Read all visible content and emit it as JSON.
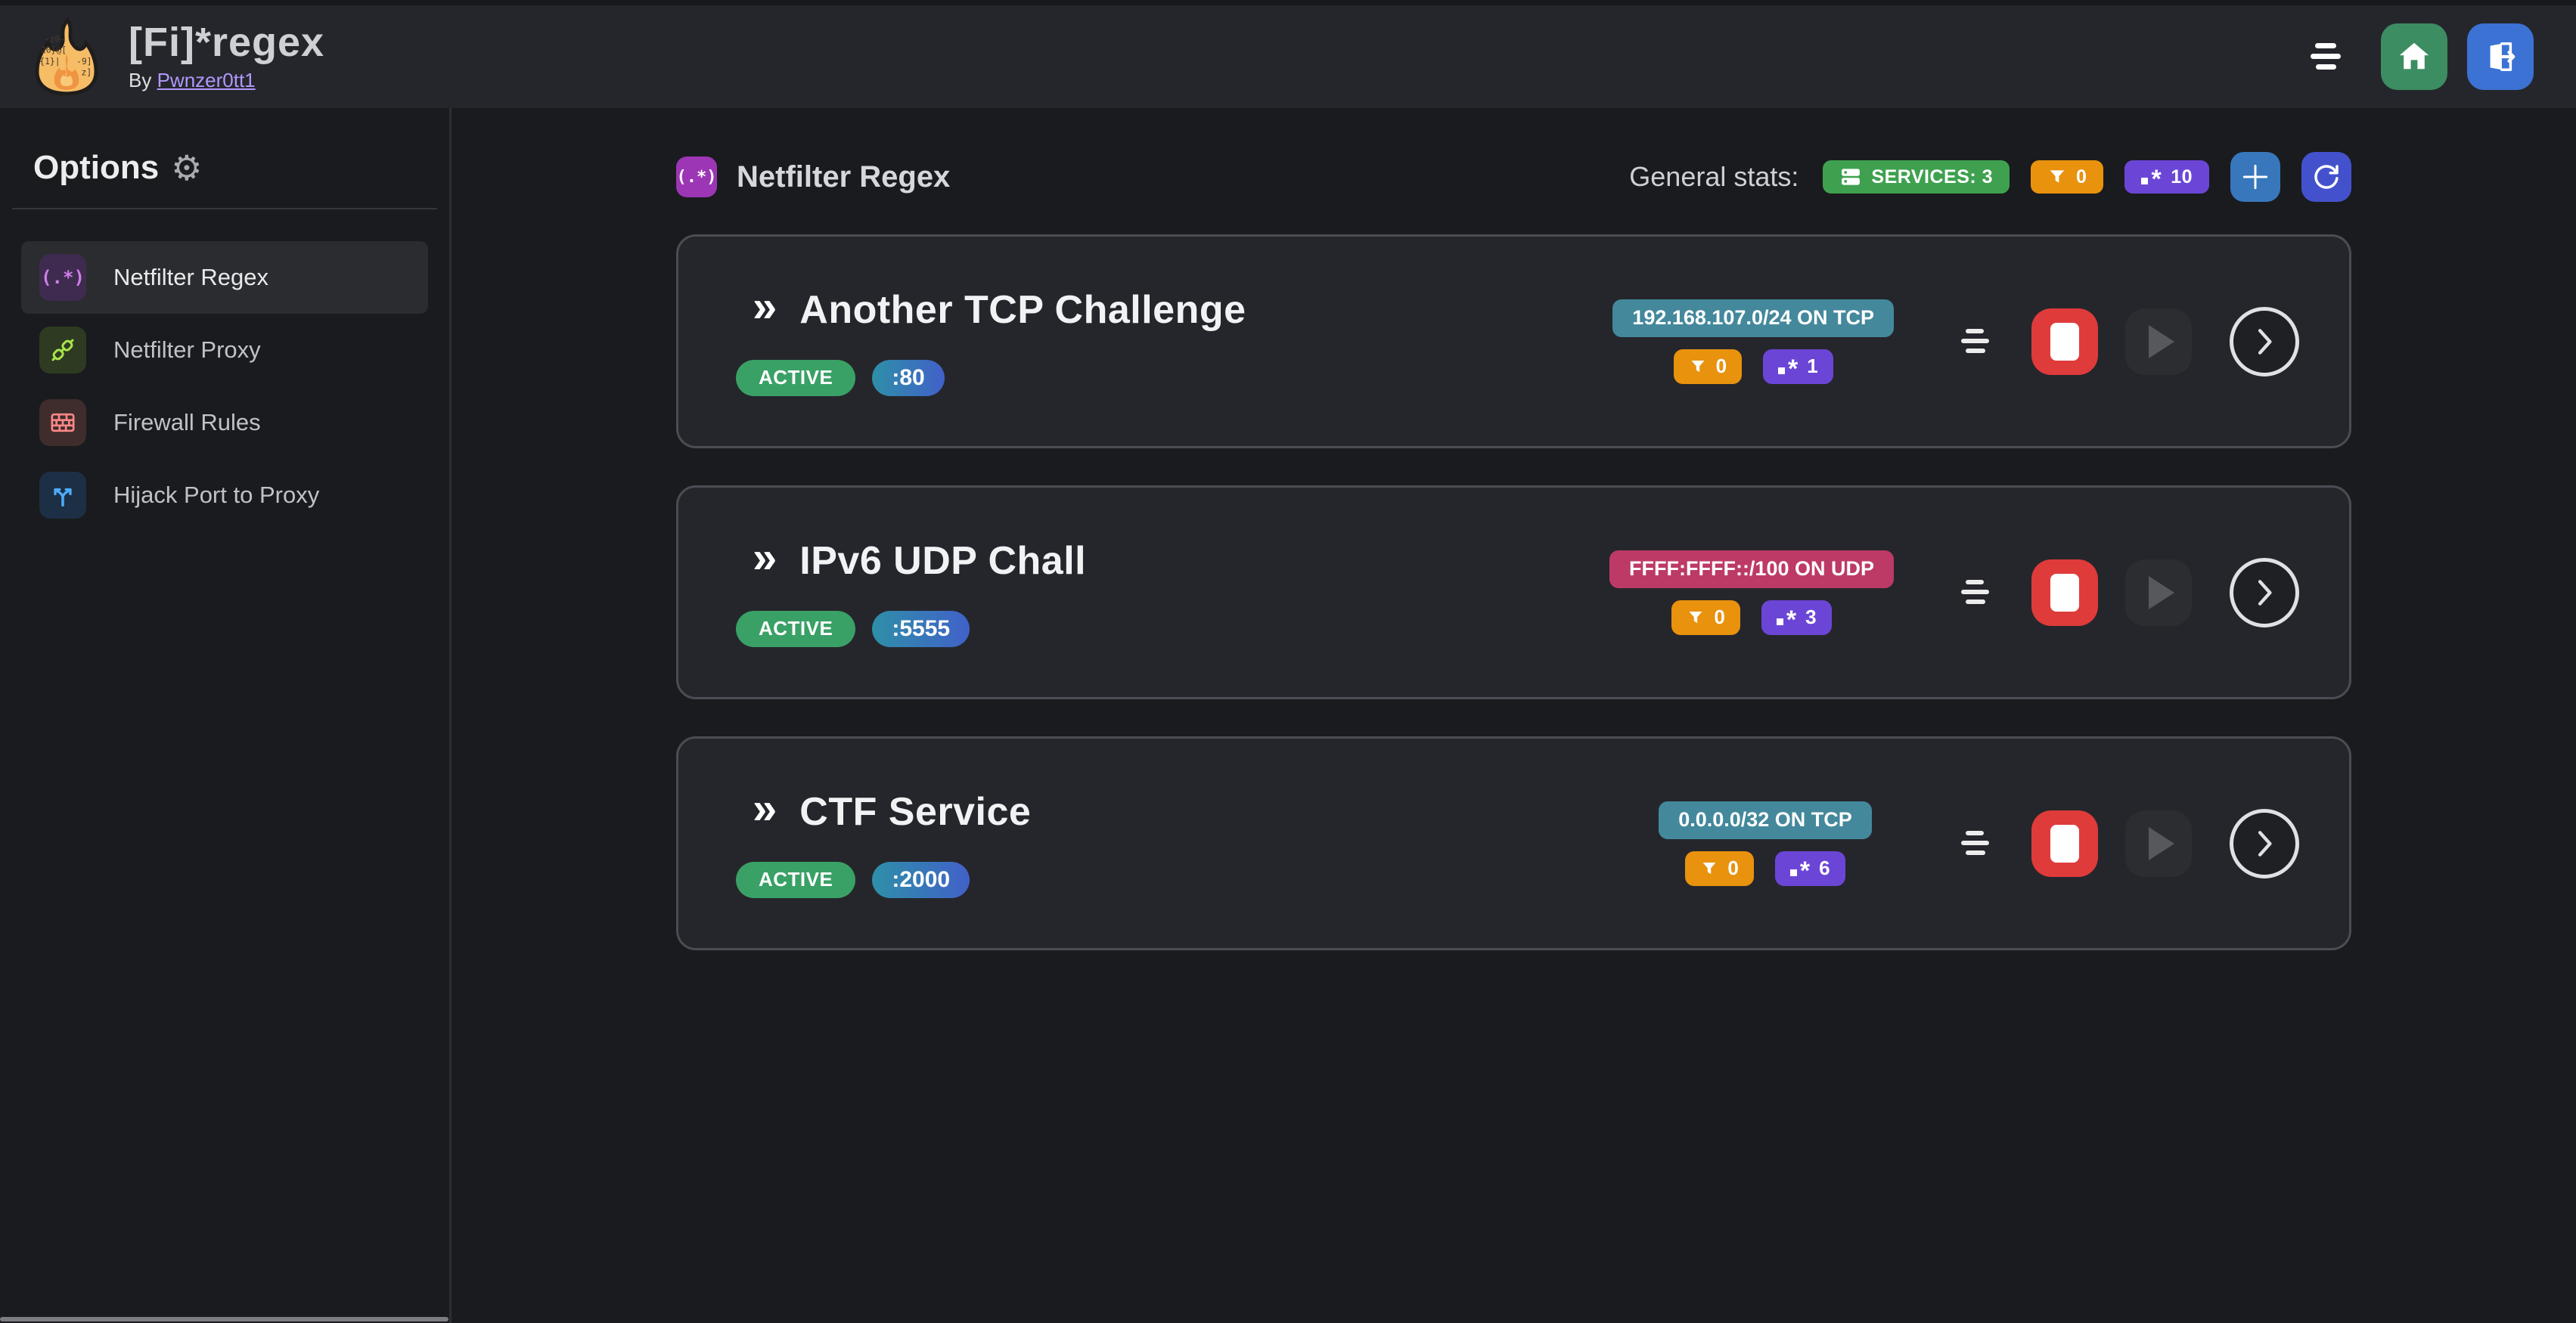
{
  "header": {
    "app_title": "[Fi]*regex",
    "byline_prefix": "By",
    "byline_link": "Pwnzer0tt1"
  },
  "sidebar": {
    "heading": "Options",
    "heading_icon": "⚙",
    "items": [
      {
        "label": "Netfilter Regex",
        "active": true
      },
      {
        "label": "Netfilter Proxy",
        "active": false
      },
      {
        "label": "Firewall Rules",
        "active": false
      },
      {
        "label": "Hijack Port to Proxy",
        "active": false
      }
    ]
  },
  "section": {
    "icon_glyph": "(.*)",
    "title": "Netfilter Regex"
  },
  "stats": {
    "label": "General stats:",
    "services_badge": "SERVICES: 3",
    "filters_count": "0",
    "regexes_count": "10"
  },
  "card_marker": "»",
  "services": [
    {
      "name": "Another TCP Challenge",
      "status": "ACTIVE",
      "port": ":80",
      "address": "192.168.107.0/24 ON TCP",
      "address_color": "teal",
      "filters": "0",
      "regexes": "1"
    },
    {
      "name": "IPv6 UDP Chall",
      "status": "ACTIVE",
      "port": ":5555",
      "address": "FFFF:FFFF::/100 ON UDP",
      "address_color": "pink",
      "filters": "0",
      "regexes": "3"
    },
    {
      "name": "CTF Service",
      "status": "ACTIVE",
      "port": ":2000",
      "address": "0.0.0.0/32 ON TCP",
      "address_color": "teal",
      "filters": "0",
      "regexes": "6"
    }
  ],
  "colors": {
    "teal": "#44889c",
    "pink": "#bd3a66",
    "page_bg": "#1a1b1e",
    "panel_bg": "#25262b",
    "card_border": "#4a4d53",
    "green_button": "#3c8d62",
    "logout_blue": "#3b72d4",
    "plus_blue": "#3877bb",
    "refresh_indigo": "#4352cc",
    "services_green": "#3fa14f",
    "active_green": "#3aa166",
    "orange": "#e8920e",
    "violet": "#6b46d6",
    "stop_red": "#df3b3b",
    "link_purple": "#b197fc"
  }
}
